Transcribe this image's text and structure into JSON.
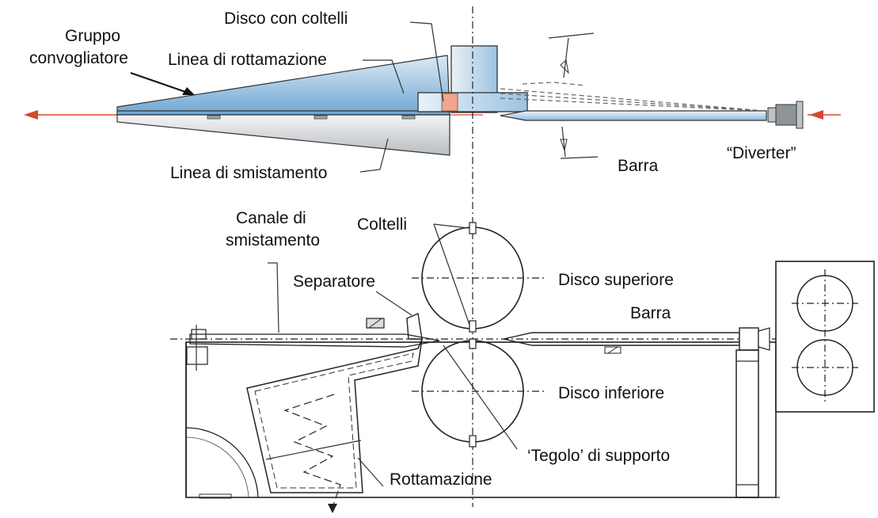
{
  "labels": {
    "gruppo_convogliatore": [
      "Gruppo",
      "convogliatore"
    ],
    "disco_con_coltelli": "Disco con coltelli",
    "linea_rottamazione": "Linea di rottamazione",
    "linea_smistamento": "Linea di smistamento",
    "barra_top": "Barra",
    "diverter": "“Diverter”",
    "canale_smistamento": [
      "Canale di",
      "smistamento"
    ],
    "coltelli": "Coltelli",
    "separatore": "Separatore",
    "disco_superiore": "Disco superiore",
    "barra_bottom": "Barra",
    "disco_inferiore": "Disco inferiore",
    "tegolo": "‘Tegolo’ di supporto",
    "rottamazione": "Rottamazione"
  },
  "colors": {
    "blue_fill": "#7fb2d9",
    "blue_light": "#dceaf5",
    "gray_fill": "#c9cdd1",
    "gray_light": "#f4f5f6",
    "arrow_red": "#d9472b",
    "orange_knife": "#f2a58a",
    "line": "#222222"
  }
}
